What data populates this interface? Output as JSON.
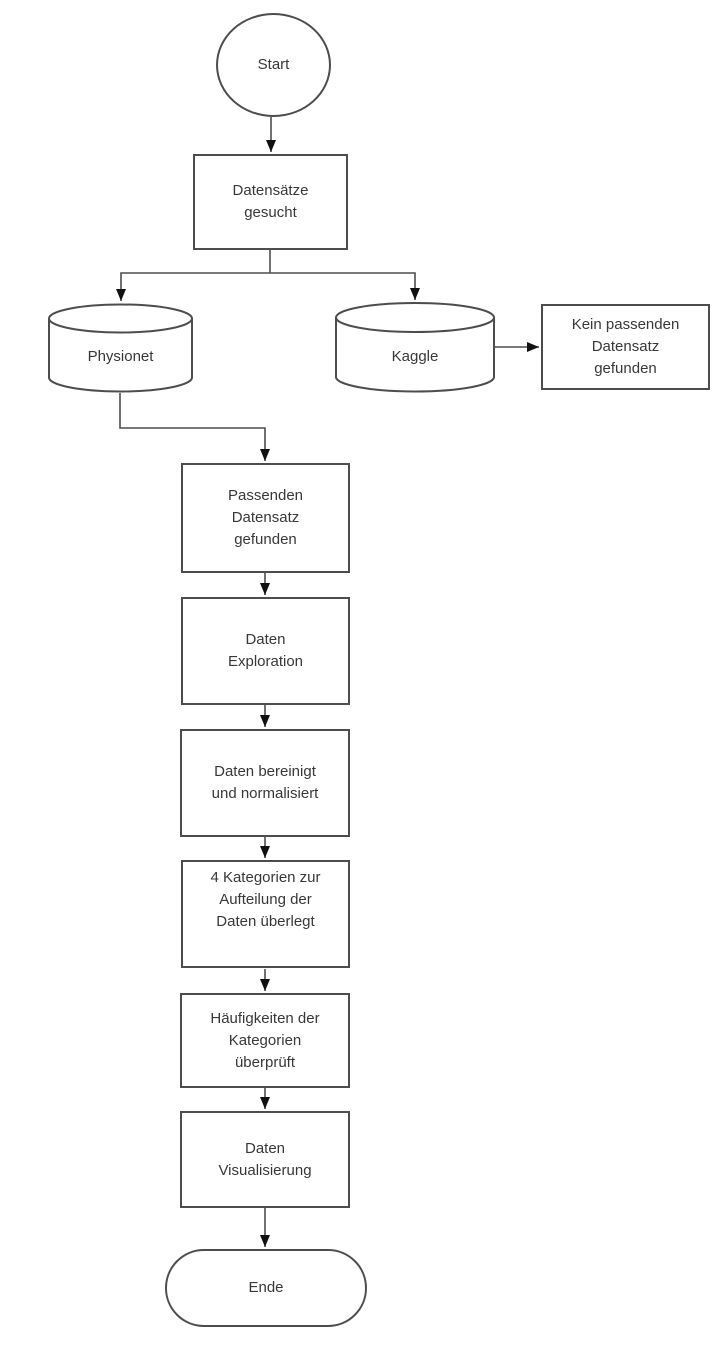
{
  "diagram": {
    "kind": "flowchart",
    "language": "de",
    "nodes": {
      "start": {
        "label": "Start",
        "type": "start-terminator"
      },
      "datensaetze_gesucht": {
        "label": [
          "Datensätze",
          "gesucht"
        ],
        "type": "process"
      },
      "physionet": {
        "label": "Physionet",
        "type": "database"
      },
      "kaggle": {
        "label": "Kaggle",
        "type": "database"
      },
      "kein_passenden_datensatz": {
        "label": [
          "Kein passenden",
          "Datensatz",
          "gefunden"
        ],
        "type": "process"
      },
      "passenden_datensatz": {
        "label": [
          "Passenden",
          "Datensatz",
          "gefunden"
        ],
        "type": "process"
      },
      "daten_exploration": {
        "label": [
          "Daten",
          "Exploration"
        ],
        "type": "process"
      },
      "daten_bereinigt": {
        "label": [
          "Daten bereinigt",
          "und normalisiert"
        ],
        "type": "process"
      },
      "kategorien_ueberlegt": {
        "label": [
          "4 Kategorien zur",
          "Aufteilung der",
          "Daten überlegt"
        ],
        "type": "process"
      },
      "haeufigkeiten_ueberprueft": {
        "label": [
          "Häufigkeiten der",
          "Kategorien",
          "überprüft"
        ],
        "type": "process"
      },
      "daten_visualisierung": {
        "label": [
          "Daten",
          "Visualisierung"
        ],
        "type": "process"
      },
      "ende": {
        "label": "Ende",
        "type": "end-terminator"
      }
    },
    "edges": [
      {
        "from": "start",
        "to": "datensaetze_gesucht"
      },
      {
        "from": "datensaetze_gesucht",
        "to": "physionet"
      },
      {
        "from": "datensaetze_gesucht",
        "to": "kaggle"
      },
      {
        "from": "kaggle",
        "to": "kein_passenden_datensatz"
      },
      {
        "from": "physionet",
        "to": "passenden_datensatz"
      },
      {
        "from": "passenden_datensatz",
        "to": "daten_exploration"
      },
      {
        "from": "daten_exploration",
        "to": "daten_bereinigt"
      },
      {
        "from": "daten_bereinigt",
        "to": "kategorien_ueberlegt"
      },
      {
        "from": "kategorien_ueberlegt",
        "to": "haeufigkeiten_ueberprueft"
      },
      {
        "from": "haeufigkeiten_ueberprueft",
        "to": "daten_visualisierung"
      },
      {
        "from": "daten_visualisierung",
        "to": "ende"
      }
    ],
    "colors": {
      "background": "#ffffff",
      "node_fill": "#ffffff",
      "node_stroke": "#4d4d4d",
      "edge_stroke": "#4d4d4d",
      "arrowhead": "#111111",
      "text": "#383838"
    }
  }
}
